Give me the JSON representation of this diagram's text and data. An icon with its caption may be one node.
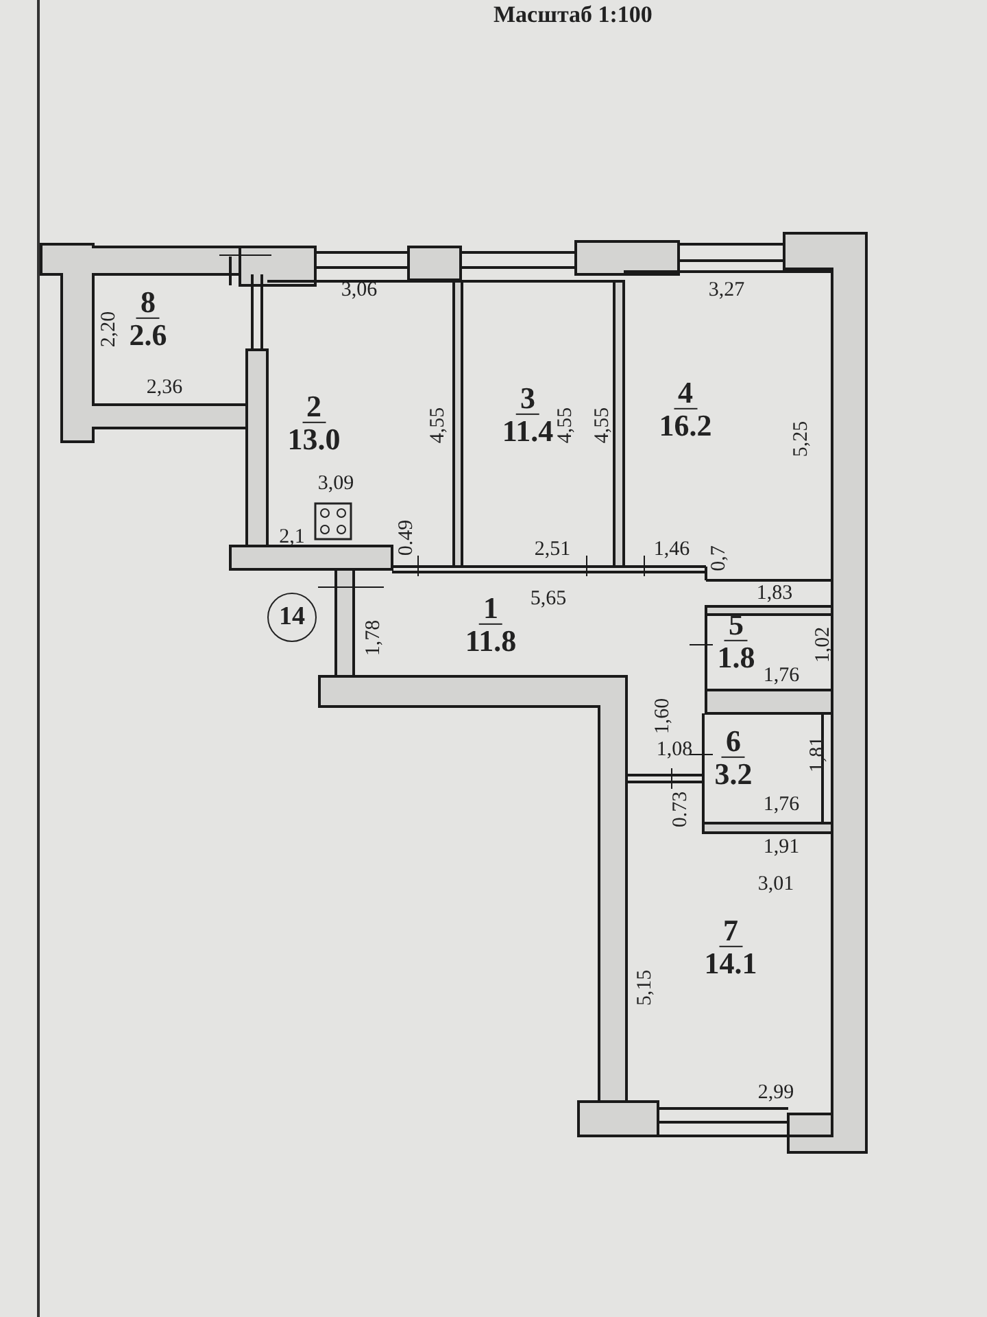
{
  "diagram": {
    "title": "Масштаб 1:100",
    "nodes": [
      {
        "text": [
          "8",
          "2.6"
        ]
      },
      {
        "text": [
          "2",
          "13.0"
        ]
      },
      {
        "text": [
          "3",
          "11.4"
        ]
      },
      {
        "text": [
          "4",
          "16.2"
        ]
      },
      {
        "text": [
          "14"
        ]
      },
      {
        "text": [
          "1",
          "11.8"
        ]
      },
      {
        "text": [
          "5",
          "1.8"
        ]
      },
      {
        "text": [
          "6",
          "3.2"
        ]
      },
      {
        "text": [
          "7",
          "14.1"
        ]
      }
    ],
    "labels": [
      "3,06",
      "2,20",
      "2,36",
      "4,55",
      "4,55",
      "4,55",
      "3,27",
      "5,25",
      "3,09",
      "2,1",
      "0.49",
      "2,51",
      "1,46",
      "0,7",
      "5,65",
      "1,83",
      "1,78",
      "1,02",
      "1,76",
      "1,60",
      "1,08",
      "1,81",
      "1,76",
      "0.73",
      "1,91",
      "3,01",
      "5,15",
      "2,99"
    ]
  }
}
